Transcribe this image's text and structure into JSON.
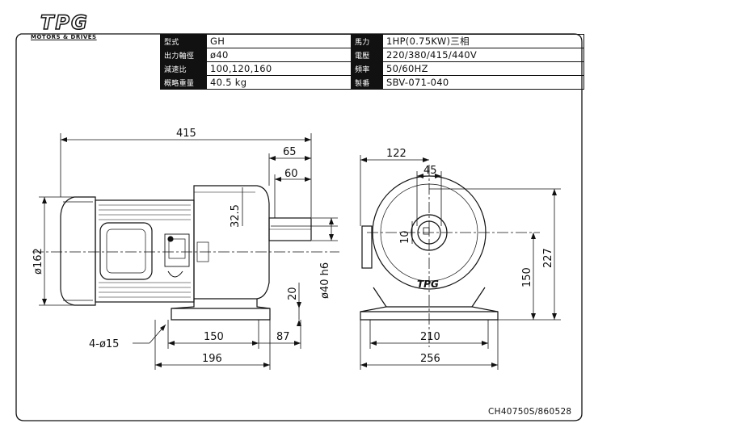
{
  "brand": {
    "logo_text": "TPG",
    "tagline": "MOTORS & DRIVES"
  },
  "spec_table": {
    "rows": [
      {
        "label": "型式",
        "value": "GH",
        "label2": "馬力",
        "value2": "1HP(0.75KW)三相"
      },
      {
        "label": "出力軸徑",
        "value": "ø40",
        "label2": "電壓",
        "value2": "220/380/415/440V"
      },
      {
        "label": "減速比",
        "value": "100,120,160",
        "label2": "頻率",
        "value2": "50/60HZ"
      },
      {
        "label": "概略重量",
        "value": "40.5 kg",
        "label2": "製番",
        "value2": "SBV-071-040"
      }
    ]
  },
  "side_view": {
    "overall_length": "415",
    "shaft_len_a": "65",
    "shaft_len_b": "60",
    "shaft_height": "32.5",
    "motor_dia": "ø162",
    "shaft_dia": "ø40 h6",
    "base_height": "20",
    "base_span": "150",
    "base_offset": "87",
    "base_total": "196",
    "holes": "4-ø15"
  },
  "front_view": {
    "width_top": "122",
    "key_width": "45",
    "key_depth": "10",
    "center_height": "150",
    "overall_height": "227",
    "base_hole_span": "210",
    "base_width": "256",
    "nameplate": "TPG"
  },
  "drawing_number": "CH40750S/860528"
}
